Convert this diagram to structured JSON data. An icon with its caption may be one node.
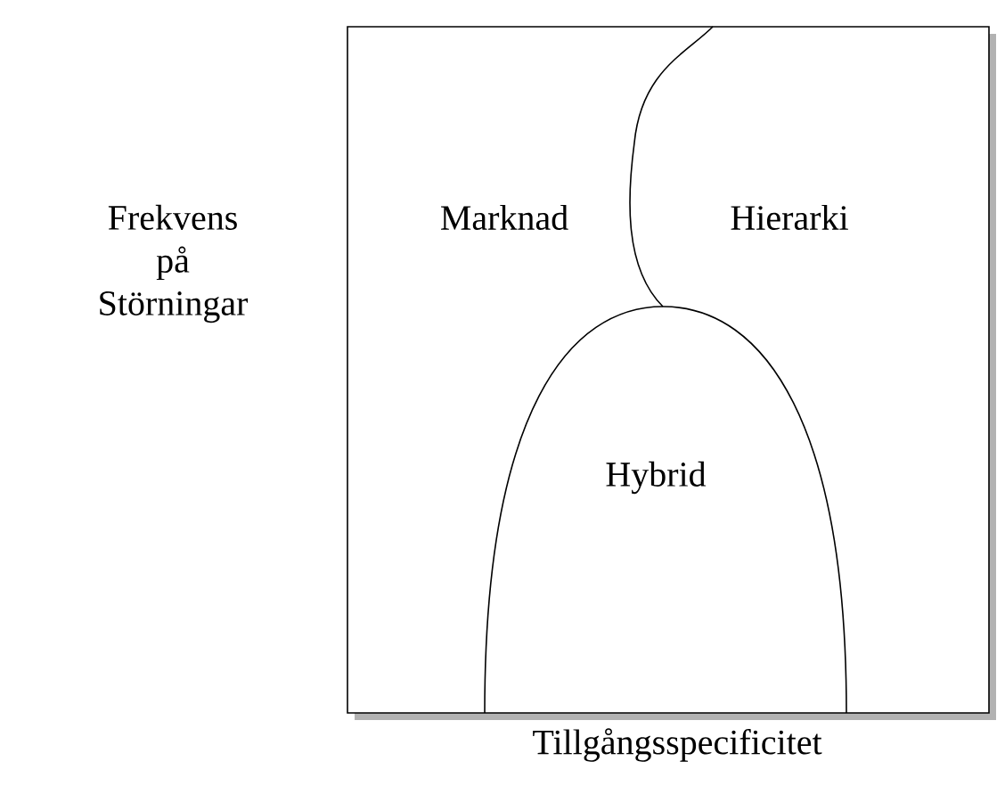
{
  "diagram": {
    "nodes": [
      {
        "text": [
          "Marknad",
          "Hierarki"
        ]
      },
      {
        "text": [
          "Hybrid"
        ],
        "in": 0
      }
    ],
    "labels": [
      "Frekvens på Störningar",
      "Tillgångsspecificitet"
    ]
  }
}
